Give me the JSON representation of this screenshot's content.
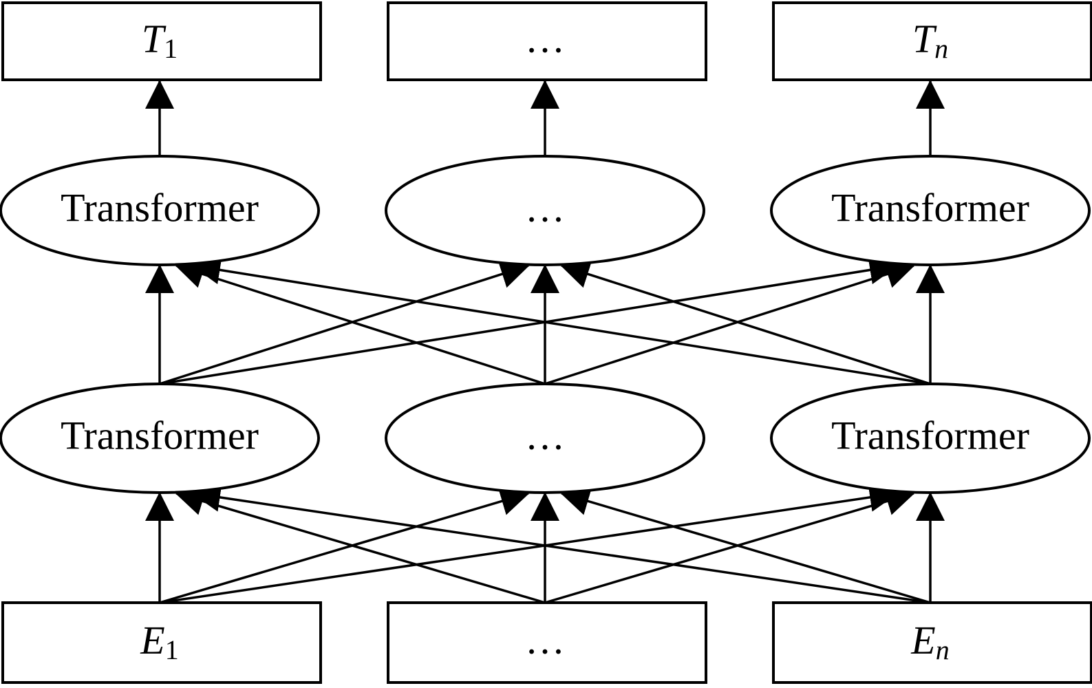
{
  "diagram": {
    "output_row": [
      {
        "main": "T",
        "sub": "1",
        "sub_italic": false
      },
      {
        "text": "…"
      },
      {
        "main": "T",
        "sub": "n",
        "sub_italic": true
      }
    ],
    "upper_layer": [
      {
        "text": "Transformer"
      },
      {
        "text": "…"
      },
      {
        "text": "Transformer"
      }
    ],
    "lower_layer": [
      {
        "text": "Transformer"
      },
      {
        "text": "…"
      },
      {
        "text": "Transformer"
      }
    ],
    "input_row": [
      {
        "main": "E",
        "sub": "1",
        "sub_italic": false
      },
      {
        "text": "…"
      },
      {
        "main": "E",
        "sub": "n",
        "sub_italic": true
      }
    ],
    "connections": {
      "inputs_to_lower_layer": "fully-connected",
      "lower_to_upper_layer": "fully-connected",
      "upper_layer_to_outputs": "one-to-one"
    }
  }
}
